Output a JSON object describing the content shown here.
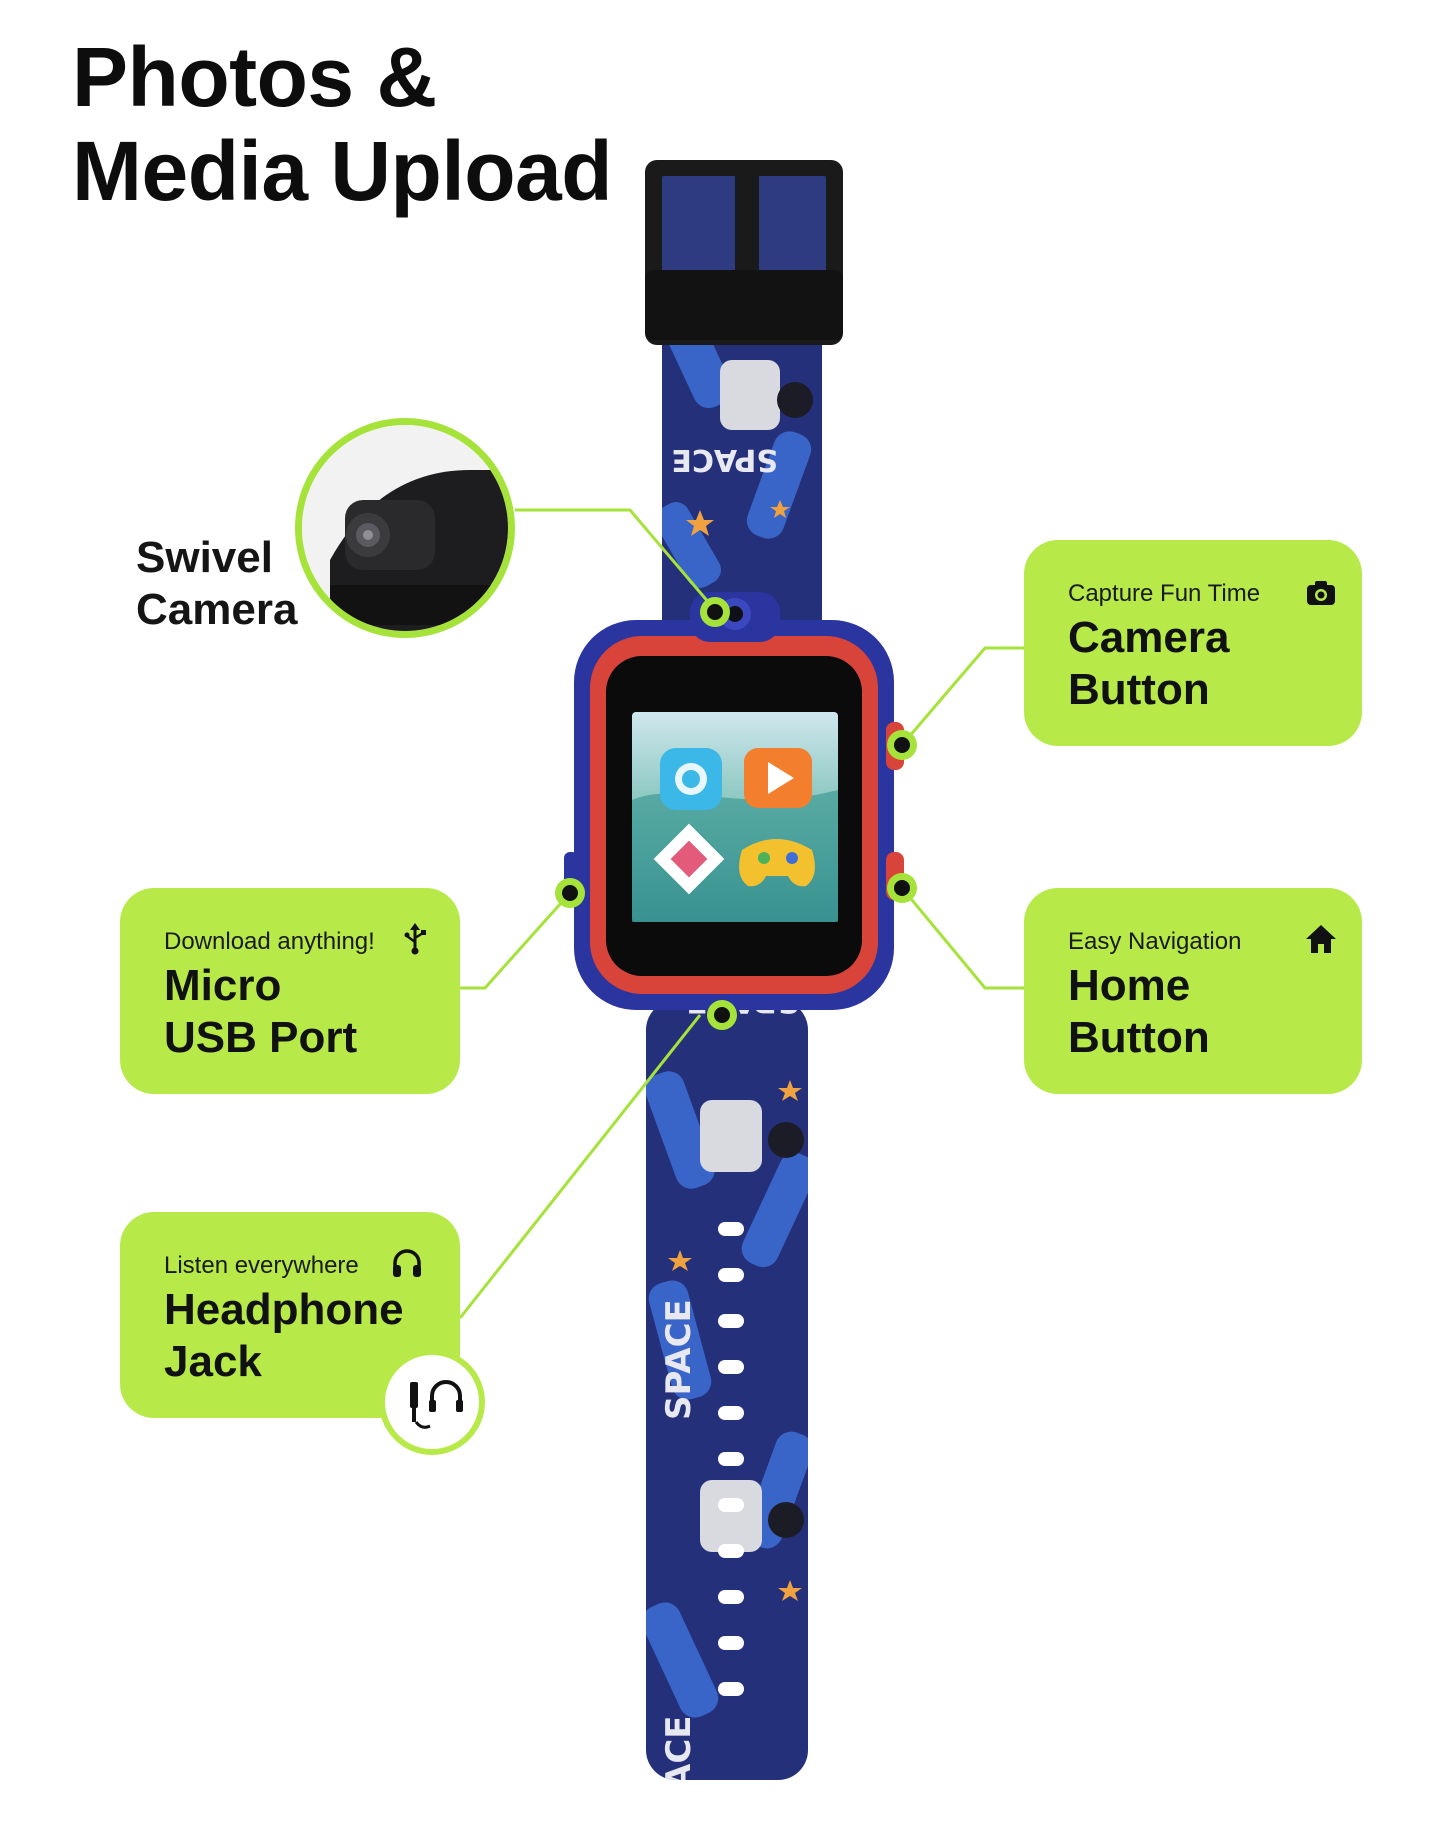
{
  "title": {
    "line1": "Photos &",
    "line2": "Media Upload"
  },
  "swivel": {
    "line1": "Swivel",
    "line2": "Camera"
  },
  "callouts": {
    "camera": {
      "sub": "Capture Fun Time",
      "line1": "Camera",
      "line2": "Button",
      "icon": "camera-icon"
    },
    "home": {
      "sub": "Easy Navigation",
      "line1": "Home",
      "line2": "Button",
      "icon": "home-icon"
    },
    "usb": {
      "sub": "Download anything!",
      "line1": "Micro",
      "line2": "USB Port",
      "icon": "usb-icon"
    },
    "jack": {
      "sub": "Listen everywhere",
      "line1": "Headphone",
      "line2": "Jack",
      "icon": "headphones-icon"
    }
  },
  "colors": {
    "accent_green": "#b7ea49",
    "line_green": "#a6e33a",
    "strap_navy": "#24307a",
    "bezel_blue": "#2a35a0",
    "frame_red": "#d9443a"
  }
}
